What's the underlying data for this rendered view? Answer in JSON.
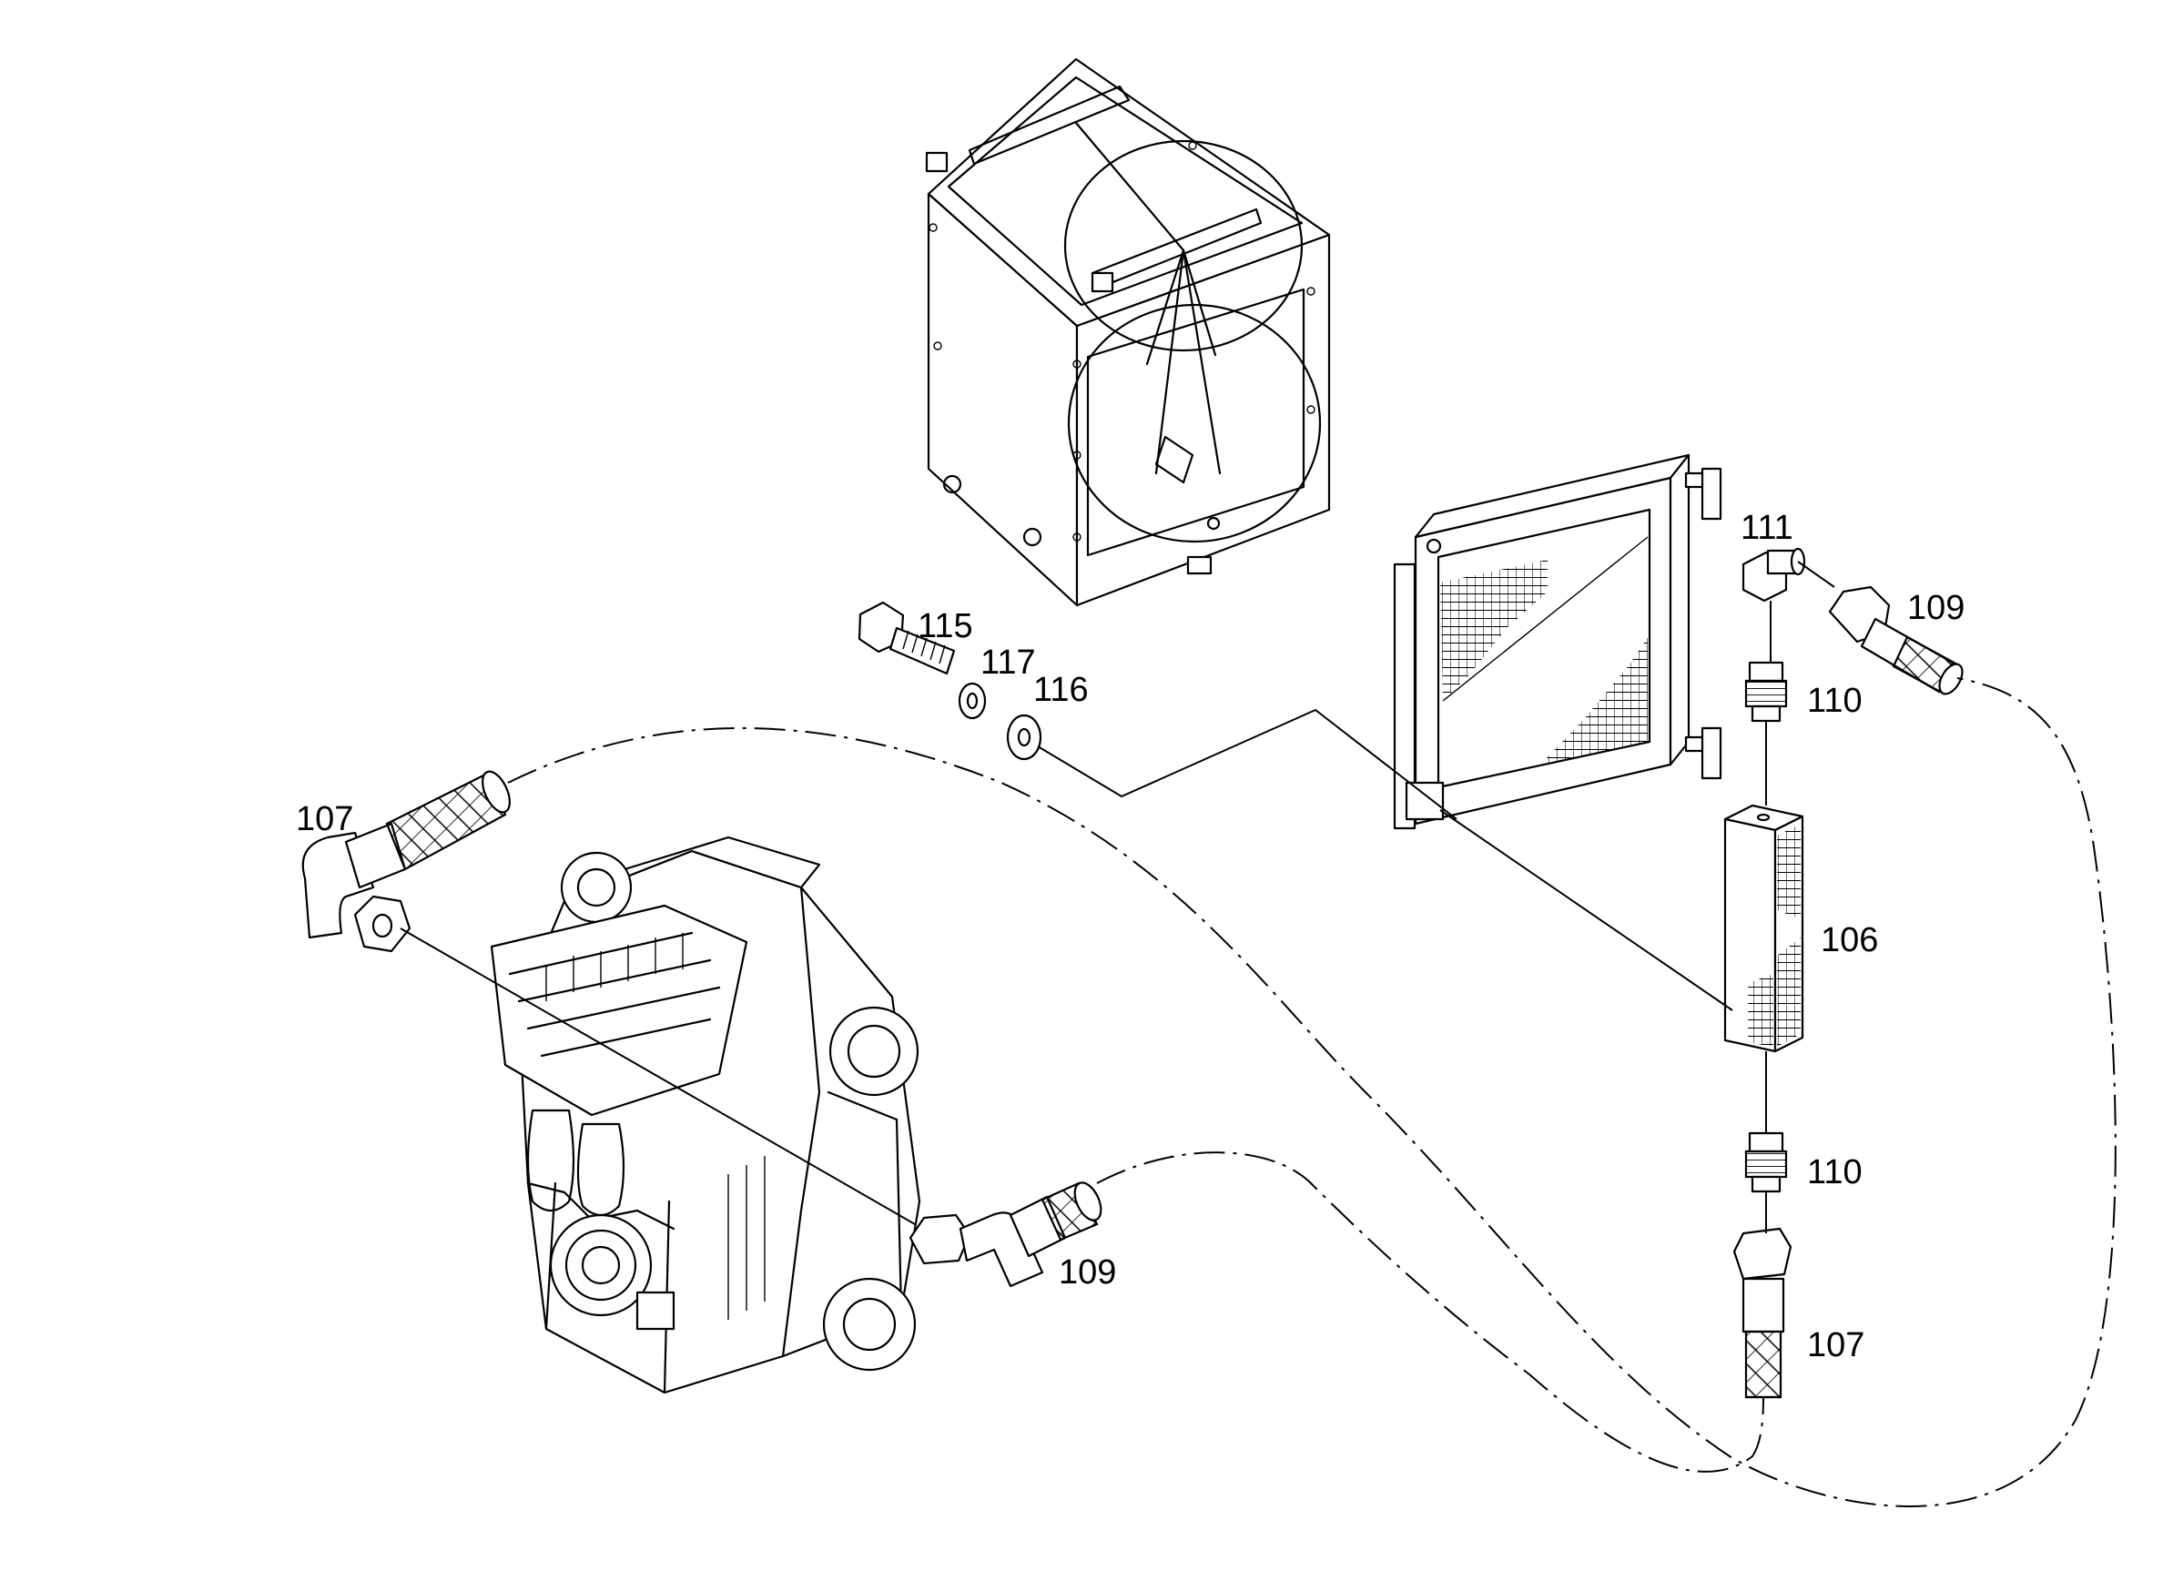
{
  "callouts": {
    "c115": "115",
    "c117": "117",
    "c116": "116",
    "c111": "111",
    "c109_top": "109",
    "c110_top": "110",
    "c106": "106",
    "c110_bottom": "110",
    "c107_right": "107",
    "c107_left": "107",
    "c109_bottom": "109"
  }
}
